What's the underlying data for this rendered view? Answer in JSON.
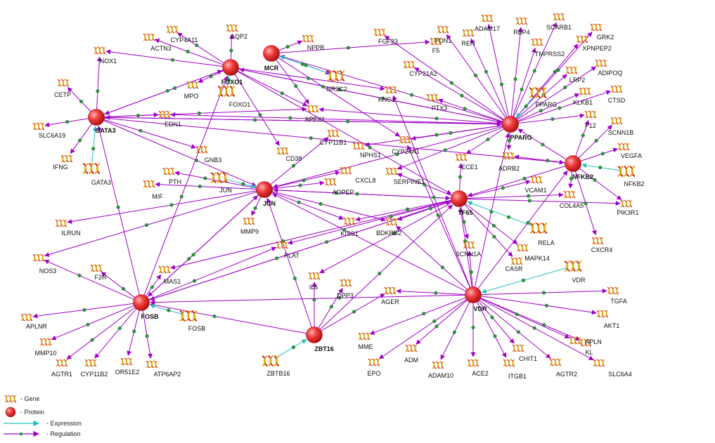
{
  "proteins": [
    {
      "id": "MCR",
      "label": "MCR"
    },
    {
      "id": "FOXO1",
      "label": "FOXO1"
    },
    {
      "id": "GATA3",
      "label": "GATA3"
    },
    {
      "id": "PPARG",
      "label": "PPARG"
    },
    {
      "id": "NFKB2",
      "label": "NFKB2"
    },
    {
      "id": "JUN",
      "label": "JUN"
    },
    {
      "id": "TF65",
      "label": "TF65"
    },
    {
      "id": "FOSB",
      "label": "FOSB"
    },
    {
      "id": "VDR",
      "label": "VDR"
    },
    {
      "id": "ZBT16",
      "label": "ZBT16"
    }
  ],
  "genes": [
    "NOX1",
    "ACTN3",
    "CYP4A11",
    "AQP2",
    "NPPB",
    "FGF23",
    "F5",
    "PON1",
    "REN",
    "ADAM17",
    "RBP4",
    "SCARB1",
    "GRK2",
    "XPNPEP2",
    "TMPRSS2",
    "CETP",
    "MPO",
    "FOXO1",
    "NR3C2",
    "CYP21A2",
    "KNG1",
    "LRP2",
    "ADIPOQ",
    "PPARG",
    "KLKB1",
    "CTSD",
    "SLC6A19",
    "EDN1",
    "APEX1",
    "PTX3",
    "F12",
    "SCNN1B",
    "IFNG",
    "GATA3",
    "CYP11B1",
    "NPHS1",
    "CYP24A1",
    "VEGFA",
    "GNB3",
    "CD38",
    "ECE1",
    "ADRB2",
    "NFKB2",
    "MIF",
    "PTH",
    "JUN",
    "CXCL8",
    "SERPINE1",
    "AOPEP",
    "VCAM1",
    "COL4A5",
    "PIK3R1",
    "ILRUN",
    "KISS1",
    "BDKRB2",
    "MMP9",
    "RELA",
    "CXCR4",
    "NOS3",
    "PLAT",
    "SCNN1A",
    "MAPK14",
    "CASR",
    "F2R",
    "MAS1",
    "IL6",
    "DPP3",
    "VDR",
    "TGFA",
    "AGER",
    "AKT1",
    "APLNR",
    "FOSB",
    "MME",
    "APLN",
    "MMP10",
    "ADM",
    "CHIT1",
    "KL",
    "AGTR1",
    "CYP11B2",
    "OR51E2",
    "ATP6AP2",
    "EPO",
    "ADAM10",
    "ACE2",
    "ITGB1",
    "AGTR2",
    "SLC6A4",
    "ZBTB16"
  ],
  "legend": {
    "gene": "- Gene",
    "protein": "- Protein",
    "expression": "- Expression",
    "regulation": "- Regulation"
  },
  "colors": {
    "regulation": "#a000c8",
    "expression": "#20c0c0",
    "protein": "#e62828",
    "node_dot": "#2a9a3a",
    "gene_helix": "#e0a000"
  }
}
